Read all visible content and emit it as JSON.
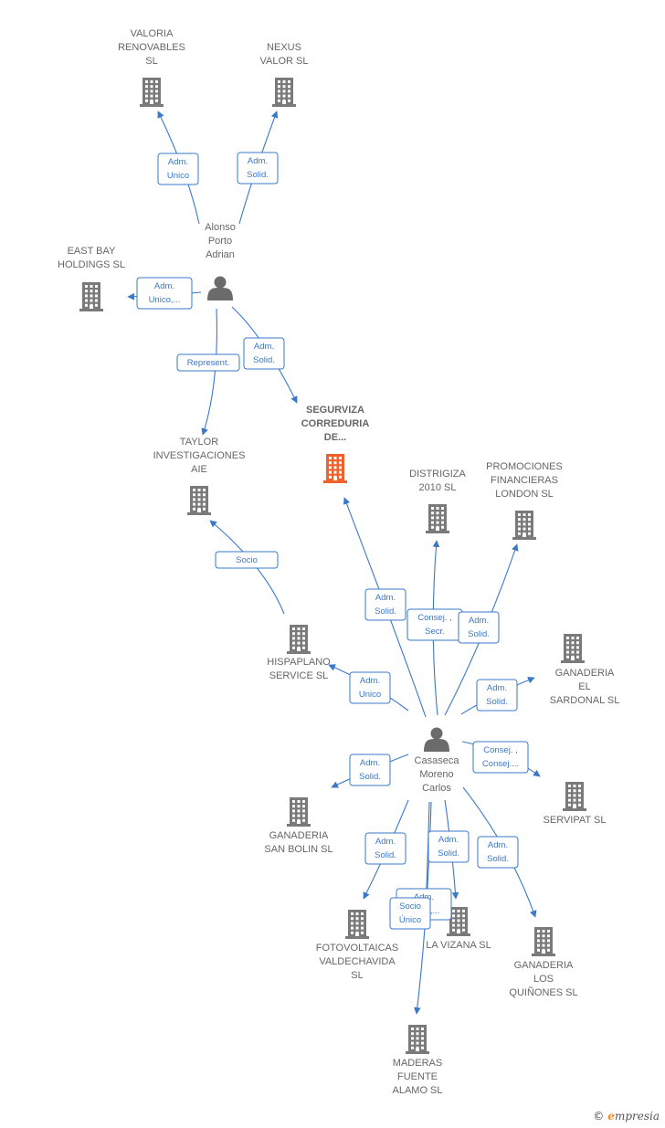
{
  "colors": {
    "edge": "#3a78c9",
    "building": "#7a7a7a",
    "focus": "#f0622c",
    "person": "#6b6b6b",
    "label": "#666666"
  },
  "nodes": [
    {
      "id": "valoria",
      "type": "company",
      "label": [
        "VALORIA",
        "RENOVABLES",
        "SL"
      ]
    },
    {
      "id": "nexus",
      "type": "company",
      "label": [
        "NEXUS",
        "VALOR  SL"
      ]
    },
    {
      "id": "alonso",
      "type": "person",
      "label": [
        "Alonso",
        "Porto",
        "Adrian"
      ]
    },
    {
      "id": "eastbay",
      "type": "company",
      "label": [
        "EAST BAY",
        "HOLDINGS  SL"
      ]
    },
    {
      "id": "taylor",
      "type": "company",
      "label": [
        "TAYLOR",
        "INVESTIGACIONES",
        "AIE"
      ]
    },
    {
      "id": "segurviza",
      "type": "focus",
      "label": [
        "SEGURVIZA",
        "CORREDURIA",
        "DE..."
      ]
    },
    {
      "id": "distrigiza",
      "type": "company",
      "label": [
        "DISTRIGIZA",
        "2010 SL"
      ]
    },
    {
      "id": "promociones",
      "type": "company",
      "label": [
        "PROMOCIONES",
        "FINANCIERAS",
        "LONDON  SL"
      ]
    },
    {
      "id": "hispaplano",
      "type": "company",
      "label": [
        "HISPAPLANO",
        "SERVICE  SL"
      ]
    },
    {
      "id": "sardonal",
      "type": "company",
      "label": [
        "GANADERIA",
        "EL",
        "SARDONAL  SL"
      ]
    },
    {
      "id": "casaseca",
      "type": "person",
      "label": [
        "Casaseca",
        "Moreno",
        "Carlos"
      ]
    },
    {
      "id": "sanbolin",
      "type": "company",
      "label": [
        "GANADERIA",
        "SAN BOLIN  SL"
      ]
    },
    {
      "id": "servipat",
      "type": "company",
      "label": [
        "SERVIPAT SL"
      ]
    },
    {
      "id": "fotovoltaicas",
      "type": "company",
      "label": [
        "FOTOVOLTAICAS",
        "VALDECHAVIDA",
        "SL"
      ]
    },
    {
      "id": "vizana",
      "type": "company",
      "label": [
        "LA VIZANA  SL"
      ]
    },
    {
      "id": "quinones",
      "type": "company",
      "label": [
        "GANADERIA",
        "LOS",
        "QUIÑONES  SL"
      ]
    },
    {
      "id": "maderas",
      "type": "company",
      "label": [
        "MADERAS",
        "FUENTE",
        "ALAMO SL"
      ]
    }
  ],
  "edges": [
    {
      "from": "alonso",
      "to": "valoria",
      "role": [
        "Adm.",
        "Unico"
      ]
    },
    {
      "from": "alonso",
      "to": "nexus",
      "role": [
        "Adm.",
        "Solid."
      ]
    },
    {
      "from": "alonso",
      "to": "eastbay",
      "role": [
        "Adm.",
        "Unico,..."
      ]
    },
    {
      "from": "alonso",
      "to": "taylor",
      "role": [
        "Represent."
      ]
    },
    {
      "from": "alonso",
      "to": "segurviza",
      "role": [
        "Adm.",
        "Solid."
      ]
    },
    {
      "from": "hispaplano",
      "to": "taylor",
      "role": [
        "Socio"
      ]
    },
    {
      "from": "casaseca",
      "to": "segurviza",
      "role": [
        "Adm.",
        "Solid."
      ]
    },
    {
      "from": "casaseca",
      "to": "distrigiza",
      "role": [
        "Consej. ,",
        "Secr."
      ]
    },
    {
      "from": "casaseca",
      "to": "promociones",
      "role": [
        "Adm.",
        "Solid."
      ]
    },
    {
      "from": "casaseca",
      "to": "hispaplano",
      "role": [
        "Adm.",
        "Unico"
      ]
    },
    {
      "from": "casaseca",
      "to": "sardonal",
      "role": [
        "Adm.",
        "Solid."
      ]
    },
    {
      "from": "casaseca",
      "to": "sanbolin",
      "role": [
        "Adm.",
        "Solid."
      ]
    },
    {
      "from": "casaseca",
      "to": "servipat",
      "role": [
        "Consej. ,",
        "Consej...."
      ]
    },
    {
      "from": "casaseca",
      "to": "fotovoltaicas",
      "role": [
        "Adm.",
        "Solid."
      ]
    },
    {
      "from": "casaseca",
      "to": "vizana",
      "role": [
        "Adm.",
        "Solid."
      ]
    },
    {
      "from": "casaseca",
      "to": "vizana",
      "role": [
        "Adm.",
        "Unico,..."
      ]
    },
    {
      "from": "casaseca",
      "to": "maderas",
      "role": [
        "Socio",
        "Único"
      ]
    },
    {
      "from": "casaseca",
      "to": "quinones",
      "role": [
        "Adm.",
        "Solid."
      ]
    }
  ],
  "footer": {
    "copyright": "©",
    "brand_initial": "e",
    "brand_rest": "mpresia"
  }
}
